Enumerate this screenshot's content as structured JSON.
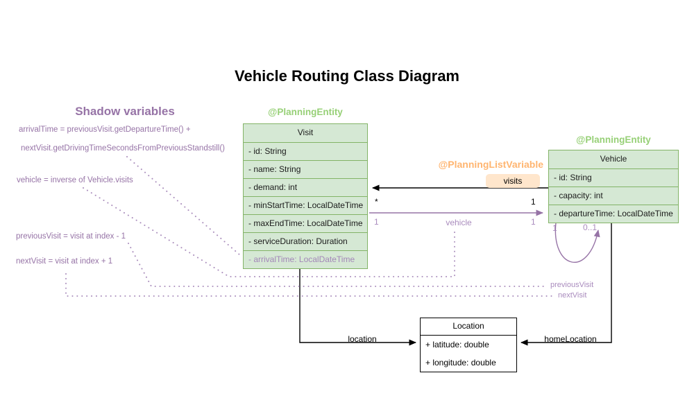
{
  "title": "Vehicle Routing Class Diagram",
  "colors": {
    "class_fill": "#d5e8d4",
    "class_border": "#82b366",
    "annotation_green": "#97d077",
    "annotation_orange": "#ffb570",
    "chip_fill": "#ffe6cc",
    "purple": "#9673a6",
    "purple_light": "#a98bbd"
  },
  "shadow": {
    "heading": "Shadow variables",
    "lines": [
      "arrivalTime = previousVisit.getDepartureTime() +",
      "nextVisit.getDrivingTimeSecondsFromPreviousStandstill()",
      "vehicle = inverse of Vehicle.visits",
      "previousVisit = visit at index - 1",
      "nextVisit = visit at index + 1"
    ]
  },
  "classes": {
    "visit": {
      "annotation": "@PlanningEntity",
      "name": "Visit",
      "attributes": [
        "- id: String",
        "- name: String",
        "- demand: int",
        "- minStartTime: LocalDateTime",
        "- maxEndTime: LocalDateTime",
        "- serviceDuration: Duration"
      ],
      "shadow_attribute": "- arrivalTime: LocalDateTime"
    },
    "vehicle": {
      "annotation": "@PlanningEntity",
      "name": "Vehicle",
      "attributes": [
        "- id: String",
        "- capacity: int",
        "- departureTime: LocalDateTime"
      ]
    },
    "location": {
      "name": "Location",
      "attributes": [
        "+ latitude: double",
        "+ longitude: double"
      ]
    }
  },
  "list_variable": {
    "annotation": "@PlanningListVariable",
    "chip": "visits"
  },
  "edges": {
    "visits": {
      "mult_visit": "*",
      "mult_vehicle": "1"
    },
    "vehicle": {
      "label": "vehicle",
      "mult_left": "1",
      "mult_right": "1"
    },
    "self_loop": {
      "mult_left": "1",
      "mult_right": "0..1"
    },
    "previous_visit": {
      "label": "previousVisit"
    },
    "next_visit": {
      "label": "nextVisit"
    },
    "location": {
      "label": "location"
    },
    "home_location": {
      "label": "homeLocation"
    }
  }
}
